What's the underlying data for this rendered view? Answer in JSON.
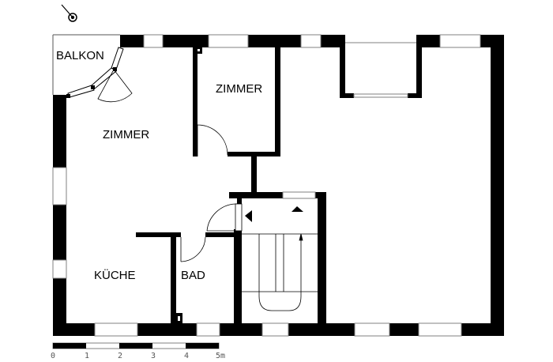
{
  "plan": {
    "rooms": [
      {
        "id": "balkon",
        "label": "BALKON"
      },
      {
        "id": "zimmer-main",
        "label": "ZIMMER"
      },
      {
        "id": "zimmer-small",
        "label": "ZIMMER"
      },
      {
        "id": "kueche",
        "label": "KÜCHE"
      },
      {
        "id": "bad",
        "label": "BAD"
      }
    ],
    "north_arrow": "north-arrow",
    "colors": {
      "wall": "#000000",
      "background": "#ffffff",
      "window_frame": "#808080"
    }
  },
  "scale_bar": {
    "ticks": [
      "0",
      "1",
      "2",
      "3",
      "4",
      "5m"
    ],
    "unit": "m"
  }
}
